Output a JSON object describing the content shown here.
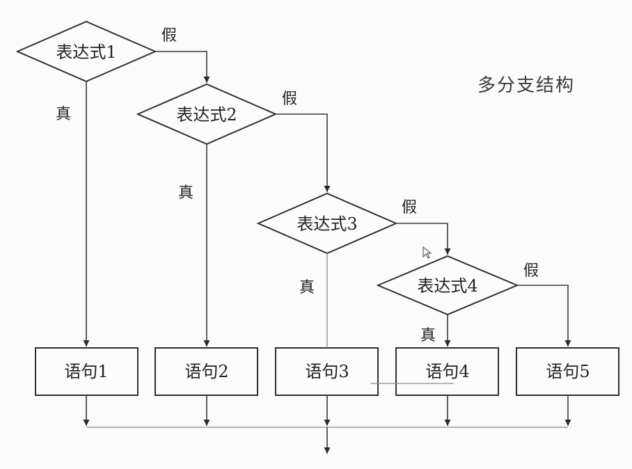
{
  "title": "多分支结构",
  "labels": {
    "yes": "真",
    "no": "假"
  },
  "conditions": [
    "表达式1",
    "表达式2",
    "表达式3",
    "表达式4"
  ],
  "statements": [
    "语句1",
    "语句2",
    "语句3",
    "语句4",
    "语句5"
  ]
}
